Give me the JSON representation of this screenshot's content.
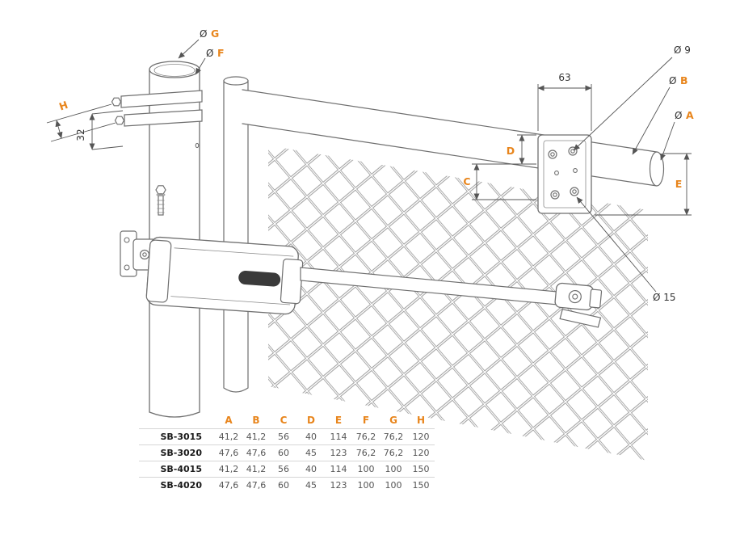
{
  "colors": {
    "accent": "#e8851c",
    "line": "#6f6f6f",
    "dim_text": "#333333"
  },
  "dims": {
    "g": {
      "sym": "Ø",
      "letter": "G"
    },
    "f": {
      "sym": "Ø",
      "letter": "F"
    },
    "h": "H",
    "n32": "32",
    "n63": "63",
    "d9": "Ø 9",
    "b": {
      "sym": "Ø",
      "letter": "B"
    },
    "a": {
      "sym": "Ø",
      "letter": "A"
    },
    "d": "D",
    "c": "C",
    "e": "E",
    "d15": "Ø 15"
  },
  "table": {
    "col_headers": [
      "A",
      "B",
      "C",
      "D",
      "E",
      "F",
      "G",
      "H"
    ],
    "rows": [
      {
        "model": "SB-3015",
        "values": [
          "41,2",
          "41,2",
          "56",
          "40",
          "114",
          "76,2",
          "76,2",
          "120"
        ]
      },
      {
        "model": "SB-3020",
        "values": [
          "47,6",
          "47,6",
          "60",
          "45",
          "123",
          "76,2",
          "76,2",
          "120"
        ]
      },
      {
        "model": "SB-4015",
        "values": [
          "41,2",
          "41,2",
          "56",
          "40",
          "114",
          "100",
          "100",
          "150"
        ]
      },
      {
        "model": "SB-4020",
        "values": [
          "47,6",
          "47,6",
          "60",
          "45",
          "123",
          "100",
          "100",
          "150"
        ]
      }
    ]
  }
}
